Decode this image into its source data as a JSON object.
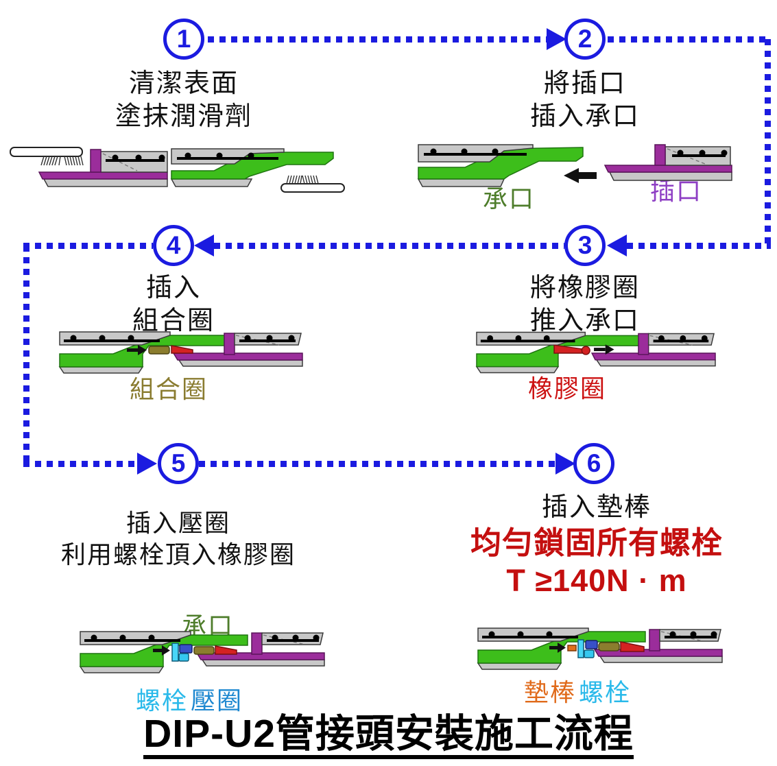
{
  "diagram_title": "DIP-U2管接頭安裝施工流程",
  "flow": {
    "accent_color": "#1b1be0",
    "sequence": [
      "1",
      "2",
      "3",
      "4",
      "5",
      "6"
    ]
  },
  "steps": [
    {
      "number": "1",
      "title_lines": [
        "清潔表面",
        "塗抹潤滑劑"
      ]
    },
    {
      "number": "2",
      "title_lines": [
        "將插口",
        "插入承口"
      ],
      "labels": {
        "socket": {
          "text": "承口",
          "color": "#4e7d2b"
        },
        "spigot": {
          "text": "插口",
          "color": "#8e3fc4"
        }
      }
    },
    {
      "number": "3",
      "title_lines": [
        "將橡膠圈",
        "推入承口"
      ],
      "labels": {
        "rubber_ring": {
          "text": "橡膠圈",
          "color": "#cc1111"
        }
      }
    },
    {
      "number": "4",
      "title_lines": [
        "插入",
        "組合圈"
      ],
      "labels": {
        "combo_ring": {
          "text": "組合圈",
          "color": "#8a7c30"
        }
      }
    },
    {
      "number": "5",
      "title_lines": [
        "插入壓圈",
        "利用螺栓頂入橡膠圈"
      ],
      "labels": {
        "socket": {
          "text": "承口",
          "color": "#4e7d2b"
        },
        "bolt": {
          "text": "螺栓",
          "color": "#29b9ea"
        },
        "press_ring": {
          "text": "壓圈",
          "color": "#1e88d0"
        }
      }
    },
    {
      "number": "6",
      "title_lines": [
        "插入墊棒"
      ],
      "warning_lines": [
        "均勻鎖固所有螺栓",
        "T ≥140N · m"
      ],
      "warning_color": "#c40f0f",
      "labels": {
        "pad_bar": {
          "text": "墊棒",
          "color": "#e06a1a"
        },
        "bolt": {
          "text": "螺栓",
          "color": "#29b9ea"
        }
      }
    }
  ],
  "part_colors": {
    "pipe_body": "#c8c8c8",
    "socket_lining": "#3dbe1b",
    "spigot_lining": "#9b2d9b",
    "rubber_ring": "#d42222",
    "combo_ring": "#8b7d2e",
    "press_ring": "#3850c8",
    "bolt": "#49d6f8",
    "pad_bar": "#e2701d"
  }
}
